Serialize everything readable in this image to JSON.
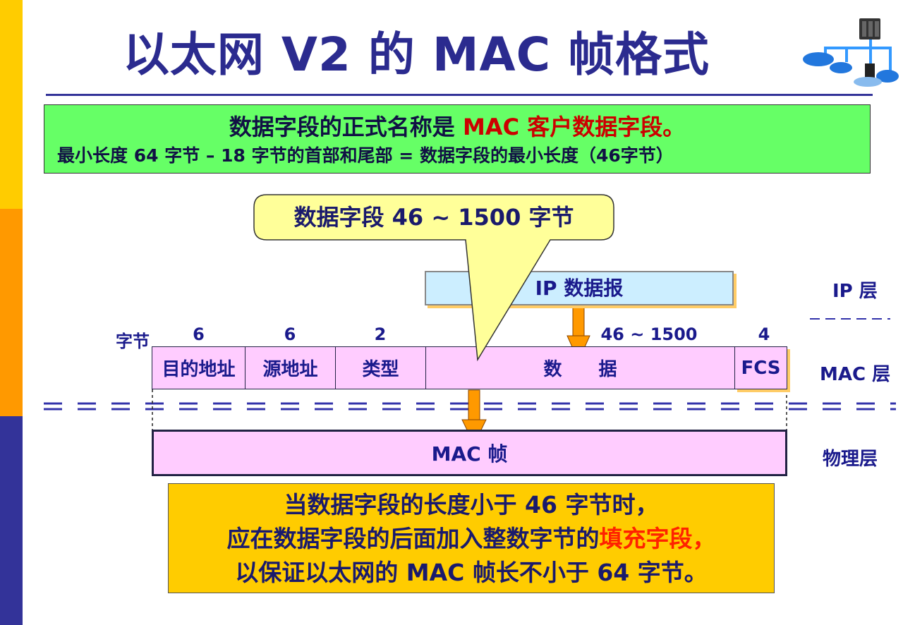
{
  "slide": {
    "title": "以太网 V2 的 MAC 帧格式",
    "icon": "network-topology-icon"
  },
  "info_box": {
    "line1_prefix": "数据字段的正式名称是 ",
    "line1_highlight": "MAC 客户数据字段。",
    "line2": "最小长度 64 字节 – 18 字节的首部和尾部 =  数据字段的最小长度（46字节）"
  },
  "callout": {
    "text": "数据字段 46 ~ 1500 字节"
  },
  "ip_datagram": {
    "label": "IP 数据报"
  },
  "bytes_label": "字节",
  "fields": [
    {
      "name": "目的地址",
      "bytes": "6"
    },
    {
      "name": "源地址",
      "bytes": "6"
    },
    {
      "name": "类型",
      "bytes": "2"
    },
    {
      "name": "数　　据",
      "bytes": "46 ~ 1500"
    },
    {
      "name": "FCS",
      "bytes": "4"
    }
  ],
  "mac_frame": {
    "label": "MAC 帧"
  },
  "layers": {
    "ip": "IP 层",
    "mac": "MAC 层",
    "physical": "物理层"
  },
  "note_box": {
    "line1": "当数据字段的长度小于 46 字节时，",
    "line2_prefix": "应在数据字段的后面加入整数字节的",
    "line2_highlight": "填充字段，",
    "line3": "以保证以太网的 MAC 帧长不小于 64 字节。"
  },
  "colors": {
    "sidebar_top": "#ffcc00",
    "sidebar_mid": "#ff9900",
    "sidebar_bottom": "#333399",
    "info_box_bg": "#66ff66",
    "callout_bg": "#ffff99",
    "ip_box_bg": "#cceeff",
    "frame_fill": "#ffccff",
    "arrow": "#ff9900",
    "note_box_bg": "#ffcc00",
    "highlight_red": "#cc0000"
  }
}
